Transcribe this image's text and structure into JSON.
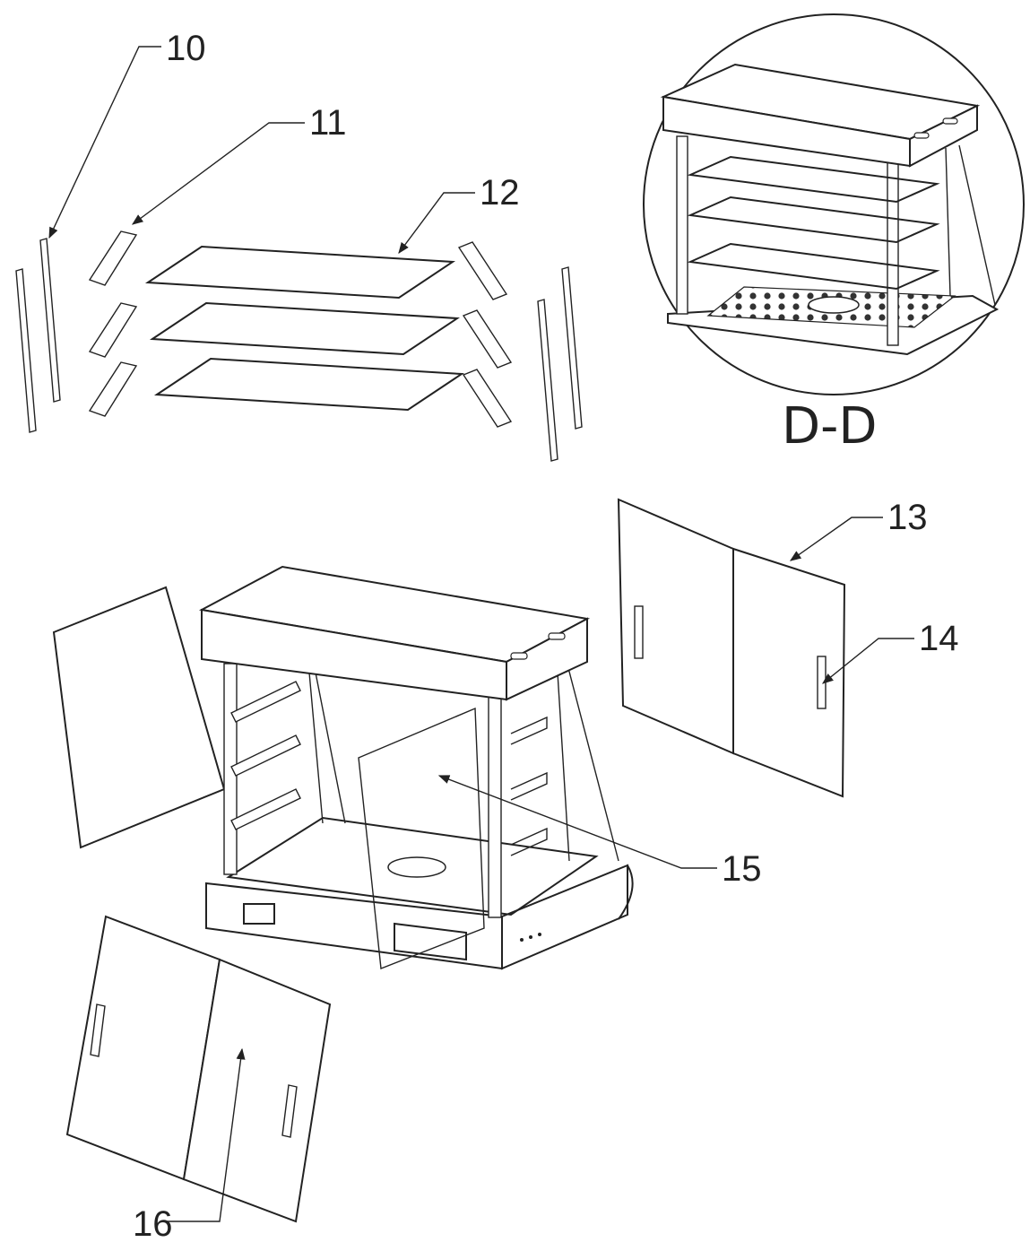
{
  "labels": {
    "l10": "10",
    "l11": "11",
    "l12": "12",
    "l13": "13",
    "l14": "14",
    "l15": "15",
    "l16": "16"
  },
  "section_title": "D-D",
  "colors": {
    "line": "#222222",
    "paper": "#ffffff"
  }
}
